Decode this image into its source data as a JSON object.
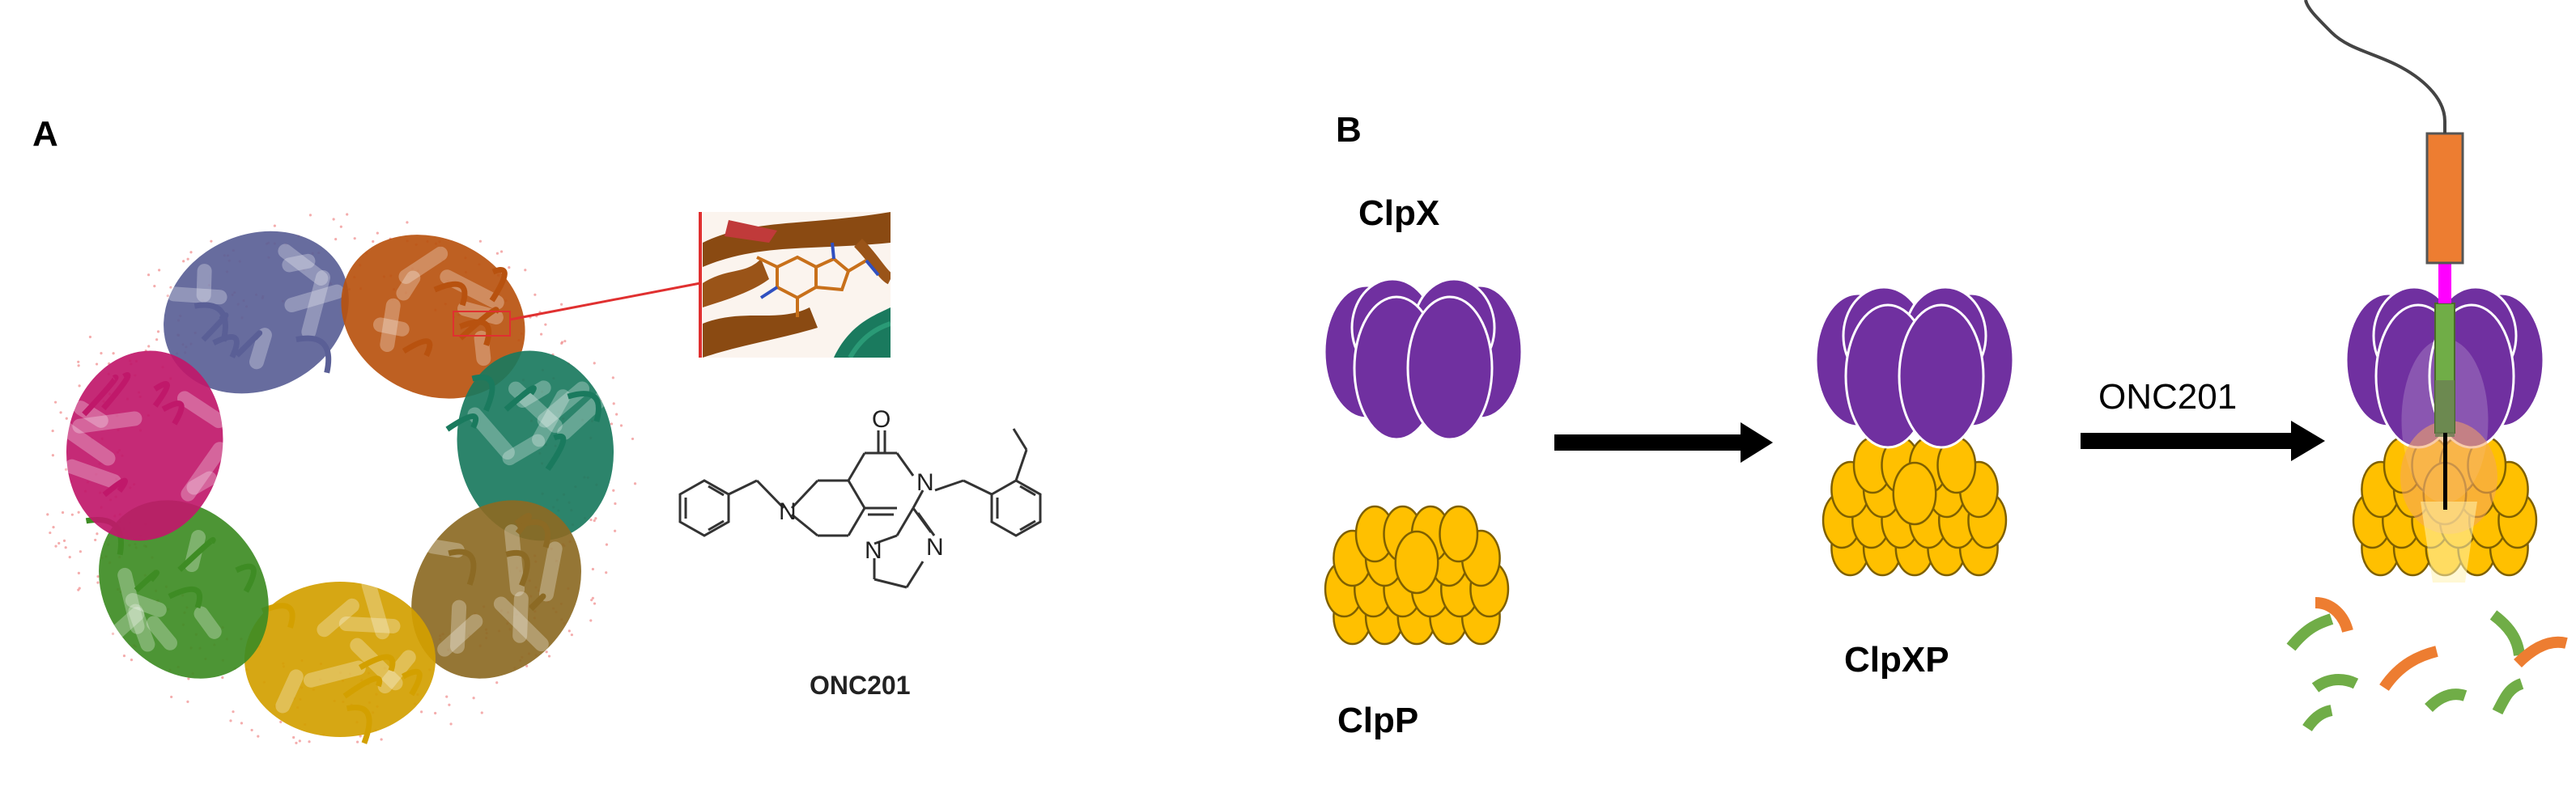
{
  "panels": {
    "a_label": "A",
    "b_label": "B"
  },
  "compound": {
    "name": "ONC201",
    "atom_o": "O",
    "atom_n1": "N",
    "atom_n2": "N",
    "atom_n3": "N",
    "atom_n4": "N"
  },
  "labels": {
    "clpx": "ClpX",
    "clpp": "ClpP",
    "clpxp": "ClpXP",
    "arrow2": "ONC201"
  },
  "colors": {
    "clpx_purple": "#7030a0",
    "clpp_gold": "#ffc000",
    "clpp_outline": "#7f6000",
    "peptide_orange": "#ed7d31",
    "peptide_green": "#70ad47",
    "drug_magenta": "#ff00ff",
    "inset_border": "#e03030",
    "protein_navy": "#5a5f96",
    "protein_orange": "#b8520f",
    "protein_teal": "#1a7a5e",
    "protein_brown": "#8c6a24",
    "protein_gold": "#d3a000",
    "protein_green": "#3e8c24",
    "protein_magenta": "#c0186a"
  }
}
